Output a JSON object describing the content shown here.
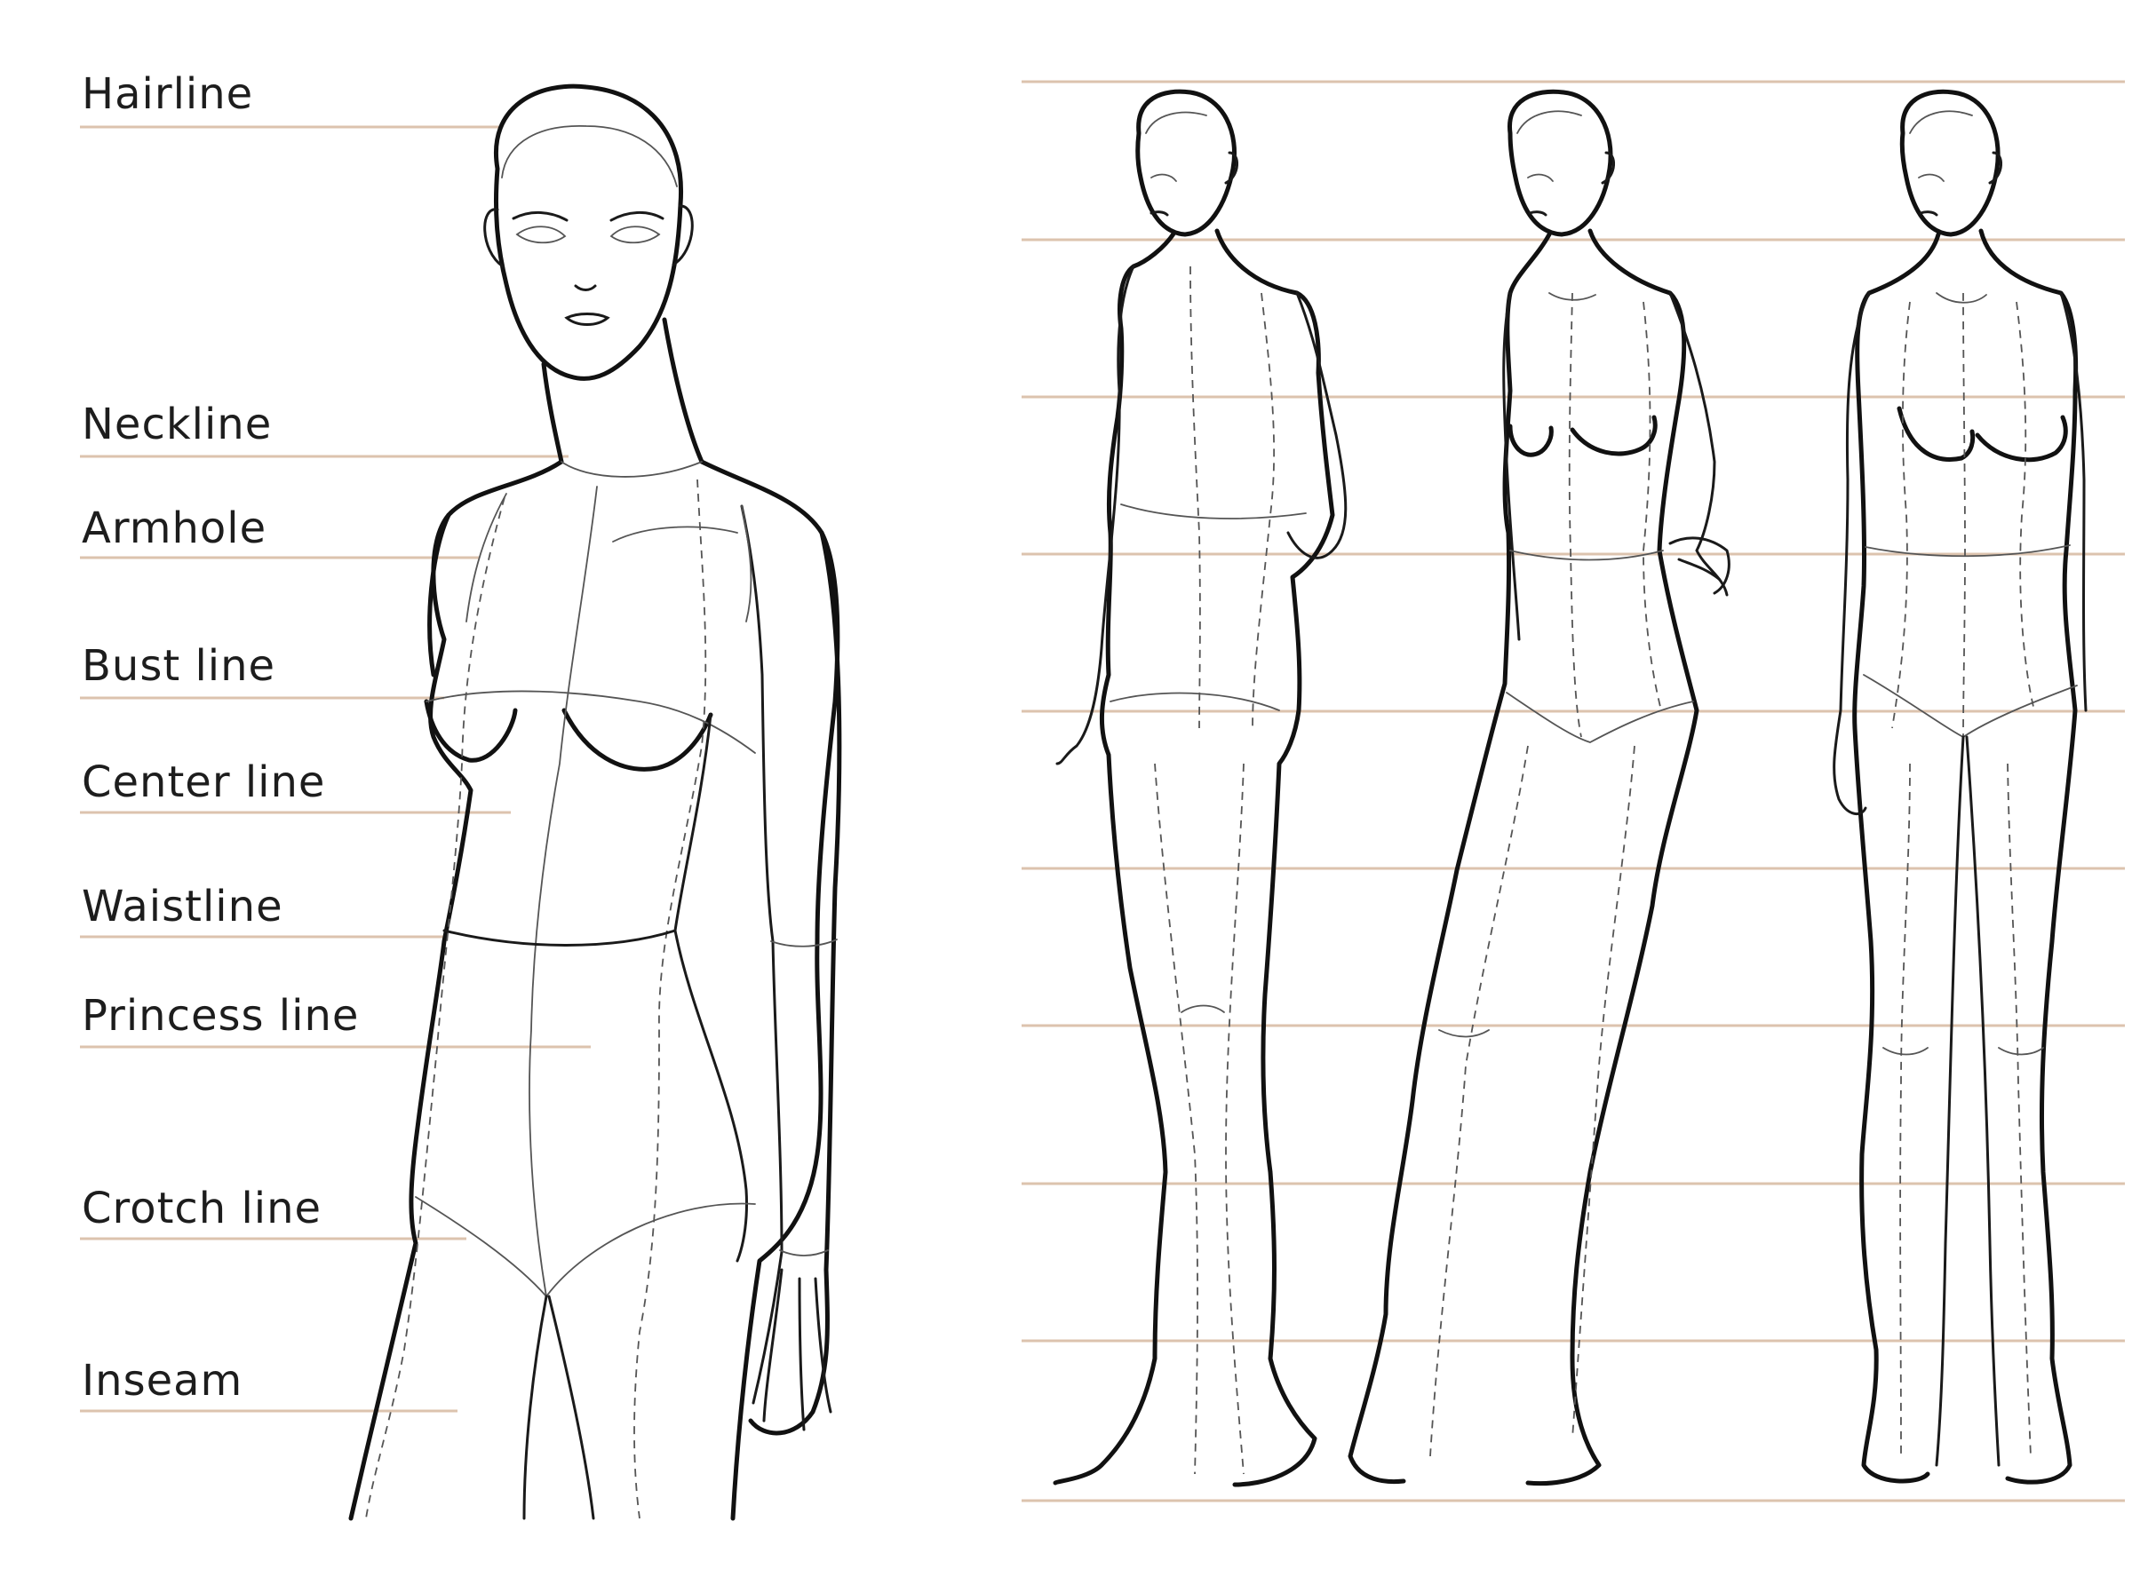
{
  "left_labels": [
    {
      "id": "hairline",
      "text": "Hairline"
    },
    {
      "id": "neckline",
      "text": "Neckline"
    },
    {
      "id": "armhole",
      "text": "Armhole"
    },
    {
      "id": "bust-line",
      "text": "Bust line"
    },
    {
      "id": "center-line",
      "text": "Center line"
    },
    {
      "id": "waistline",
      "text": "Waistline"
    },
    {
      "id": "princess-line",
      "text": "Princess line"
    },
    {
      "id": "crotch-line",
      "text": "Crotch line"
    },
    {
      "id": "inseam",
      "text": "Inseam"
    }
  ],
  "colors": {
    "guide_line": "#dcc3ae",
    "outline": "#111111",
    "detail": "#555555",
    "label_text": "#1d1d1d",
    "background": "#ffffff"
  },
  "right_panel": {
    "figure_count": 3,
    "proportion_line_count": 10,
    "figures": [
      {
        "id": "figure-back-view",
        "pose": "back three-quarter"
      },
      {
        "id": "figure-three-quarter-view",
        "pose": "three-quarter front"
      },
      {
        "id": "figure-front-view",
        "pose": "front"
      }
    ]
  }
}
